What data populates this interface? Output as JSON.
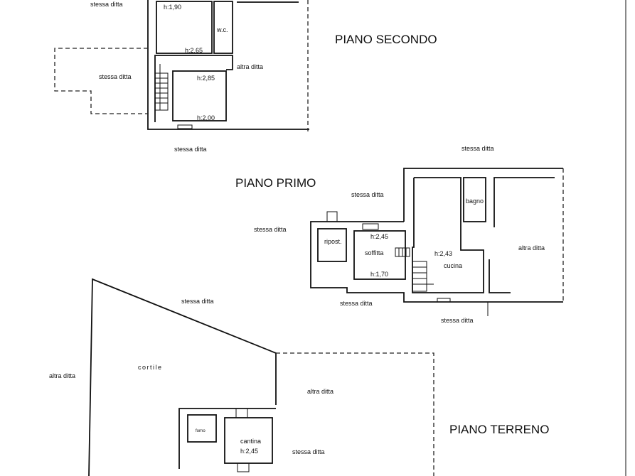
{
  "floors": {
    "secondo": {
      "title": "PIANO SECONDO",
      "labels": [
        "stessa ditta",
        "stessa ditta",
        "h:1,90",
        "w.c.",
        "h:2,65",
        "altra ditta",
        "h:2,85",
        "h:2,00"
      ]
    },
    "primo": {
      "title": "PIANO PRIMO",
      "labels": [
        "stessa ditta",
        "stessa ditta",
        "stessa ditta",
        "stessa ditta",
        "stessa ditta",
        "bagno",
        "ripost.",
        "h:2,45",
        "soffitta",
        "h:1,70",
        "h:2,43",
        "cucina",
        "altra ditta",
        "stessa ditta"
      ]
    },
    "terreno": {
      "title": "PIANO TERRENO",
      "labels": [
        "stessa ditta",
        "altra ditta",
        "cortile",
        "altra ditta",
        "forno",
        "cantina",
        "h:2,45",
        "stessa ditta"
      ]
    }
  }
}
